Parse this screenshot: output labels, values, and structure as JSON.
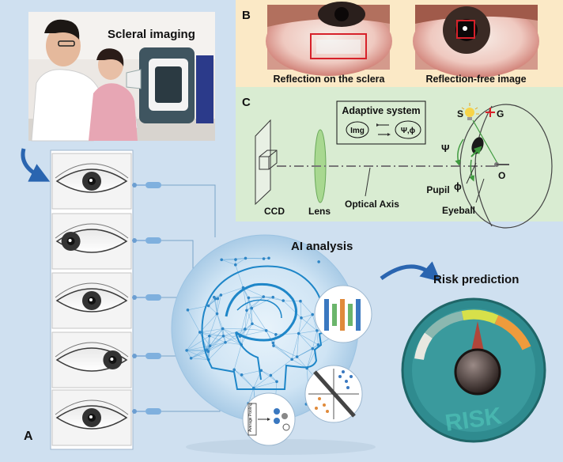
{
  "panel_a": {
    "letter": "A",
    "photo_title": "Scleral imaging",
    "ai_label": "AI analysis",
    "risk_label": "Risk prediction",
    "gauge_word": "RISK",
    "pooling_label": "Average Pooling"
  },
  "panel_b": {
    "letter": "B",
    "left_caption": "Reflection on the sclera",
    "right_caption": "Reflection-free image"
  },
  "panel_c": {
    "letter": "C",
    "adaptive_title": "Adaptive system",
    "img_label": "Img",
    "params_label": "Ψ,ϕ",
    "ccd": "CCD",
    "lens": "Lens",
    "optical_axis": "Optical Axis",
    "pupil": "Pupil",
    "eyeball": "Eyeball",
    "s": "S",
    "g": "G",
    "o": "O",
    "psi": "Ψ",
    "phi": "ϕ"
  },
  "colors": {
    "panel_a_bg": "#cfe0f0",
    "panel_b_bg": "#fbe9c6",
    "panel_c_bg": "#d9ecd2",
    "arrow_blue": "#2a65b0",
    "gauge_teal": "#2f8b8f",
    "gauge_yellow": "#d7e04a",
    "gauge_orange": "#ef9b3c",
    "red_mark": "#d7212a"
  }
}
